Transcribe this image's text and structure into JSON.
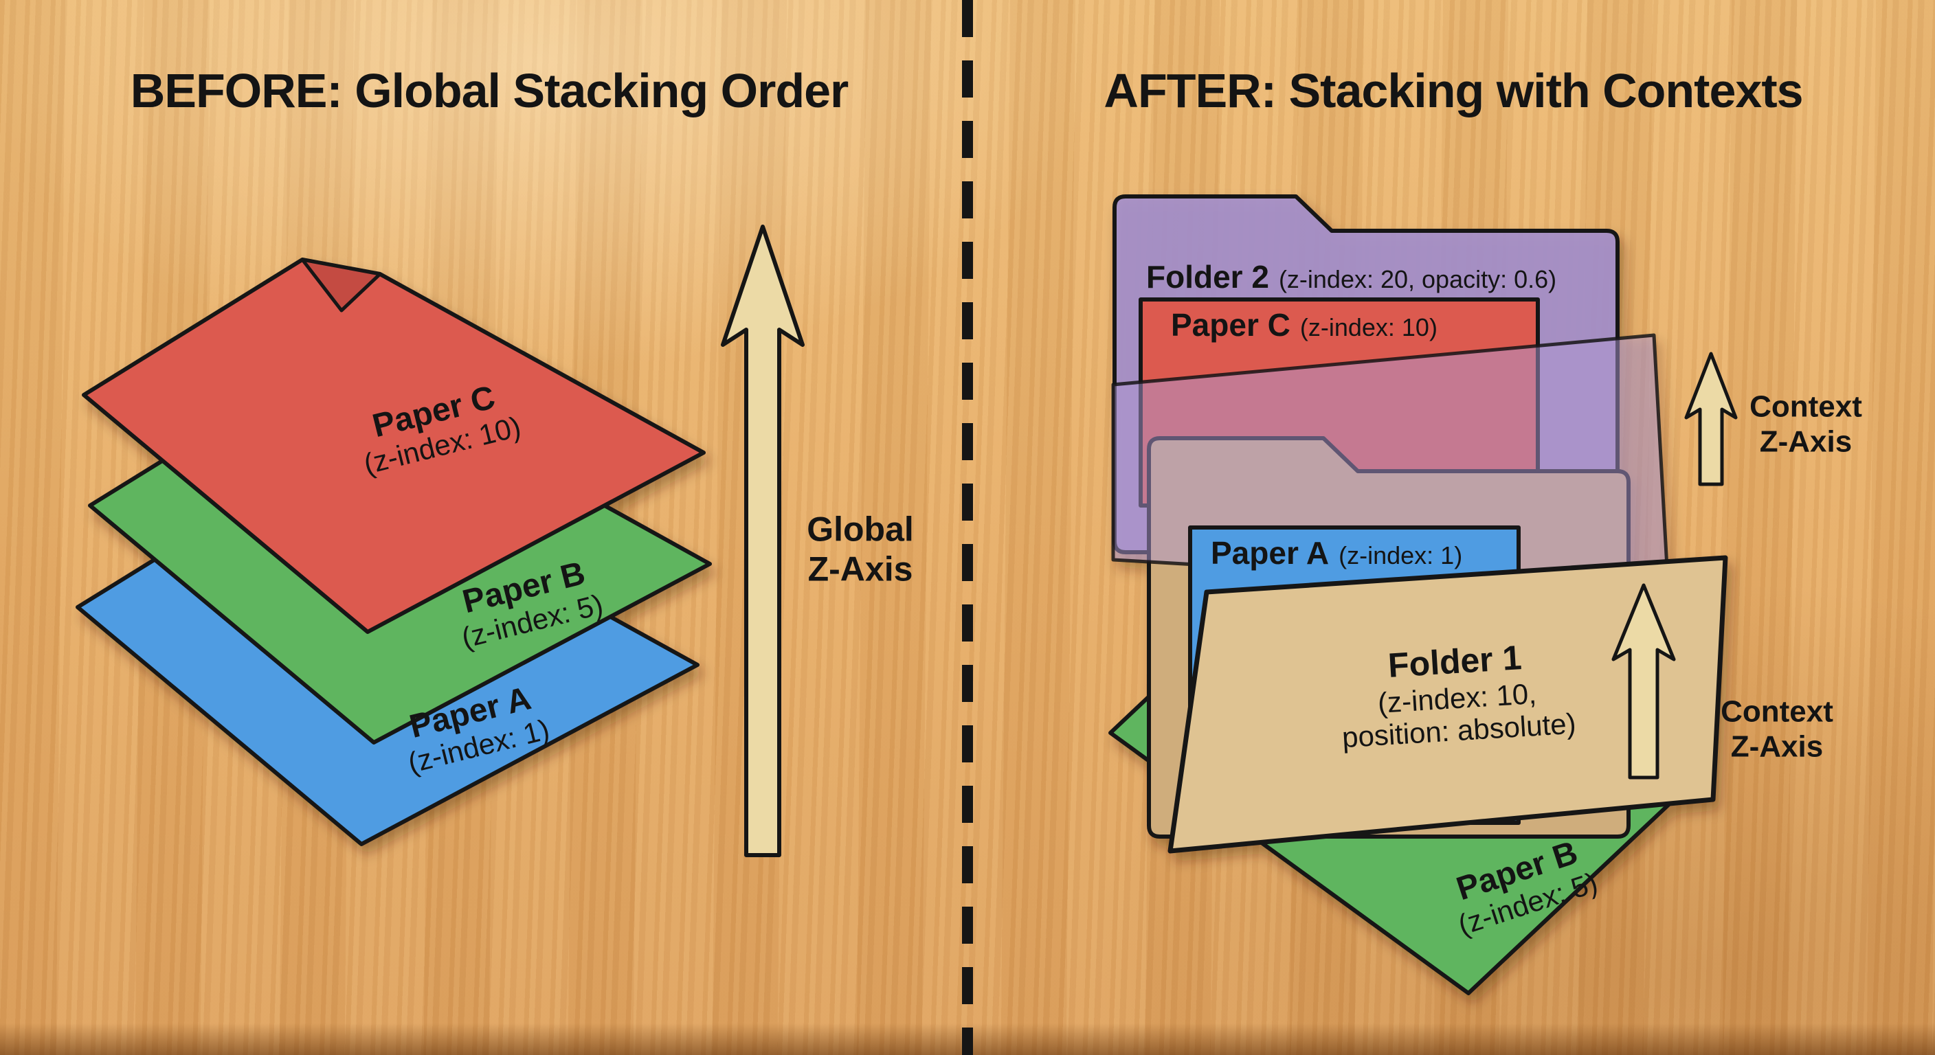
{
  "palette": {
    "ink": "#151515",
    "paper_red": "#dc5a50",
    "paper_red_fold": "#c44b43",
    "paper_green": "#5eb55e",
    "paper_blue": "#4f9ce2",
    "folder2_purple": "#a48fc9",
    "folder2_flap_purple": "#ad97d2",
    "folder1_tan_back": "#cfad7c",
    "folder1_tan_flap": "#dfc392",
    "axis_arrow_cream": "#ecdaa6"
  },
  "left_panel": {
    "title": "BEFORE: Global Stacking Order",
    "papers": [
      {
        "name": "Paper C",
        "detail": "(z-index: 10)"
      },
      {
        "name": "Paper B",
        "detail": "(z-index: 5)"
      },
      {
        "name": "Paper A",
        "detail": "(z-index: 1)"
      }
    ],
    "axis": {
      "line1": "Global",
      "line2": "Z-Axis"
    }
  },
  "right_panel": {
    "title": "AFTER: Stacking with Contexts",
    "folder2": {
      "name": "Folder 2",
      "detail": "(z-index: 20, opacity: 0.6)"
    },
    "paper_c": {
      "name": "Paper C",
      "detail": "(z-index: 10)"
    },
    "paper_a": {
      "name": "Paper A",
      "detail": "(z-index: 1)"
    },
    "folder1": {
      "name": "Folder 1",
      "detail_line1": "(z-index: 10,",
      "detail_line2": "position: absolute)"
    },
    "paper_b": {
      "name": "Paper B",
      "detail": "(z-index: 5)"
    },
    "context_axis_upper": {
      "line1": "Context",
      "line2": "Z-Axis"
    },
    "context_axis_lower": {
      "line1": "Context",
      "line2": "Z-Axis"
    }
  }
}
